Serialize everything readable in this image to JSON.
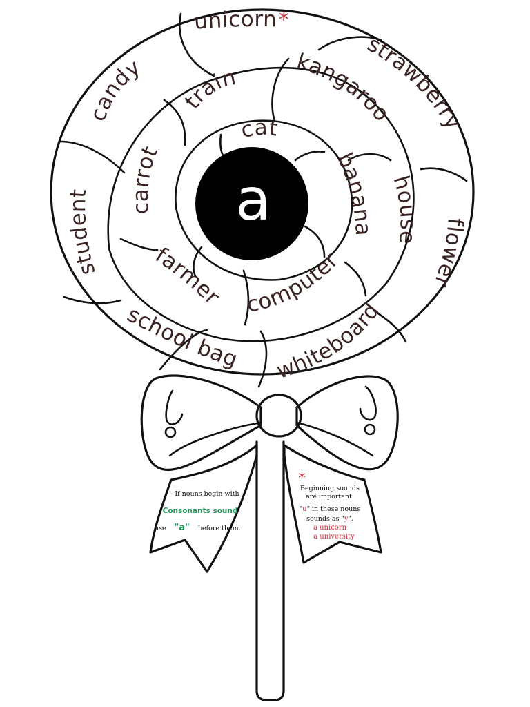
{
  "center_letter": "a",
  "nouns": {
    "unicorn": "unicorn",
    "unicorn_mark": "*",
    "strawberry": "strawberry",
    "candy": "candy",
    "train": "train",
    "kangaroo": "kangaroo",
    "cat": "cat",
    "carrot": "carrot",
    "banana": "banana",
    "house": "house",
    "flower": "flower",
    "student": "student",
    "farmer": "farmer",
    "computer": "computer",
    "whiteboard": "whiteboard",
    "school_bag": "school bag"
  },
  "left_note": {
    "line1": "If nouns begin with",
    "line2": "Consonants sound",
    "line3_pre": "use",
    "line3_a": "\"a\"",
    "line3_post": "before them."
  },
  "right_note": {
    "mark": "*",
    "line1": "Beginning sounds",
    "line2": "are important.",
    "line3_q1": "\"",
    "line3_u": "u",
    "line3_q2": "\" in these nouns",
    "line4_pre": "sounds as \"",
    "line4_y": "y",
    "line4_post": "\".",
    "line5": "a unicorn",
    "line6": "a university"
  },
  "colors": {
    "outline": "#111111",
    "word": "#3a2323",
    "accent_red": "#d0303a",
    "accent_green": "#1f9a5a"
  }
}
